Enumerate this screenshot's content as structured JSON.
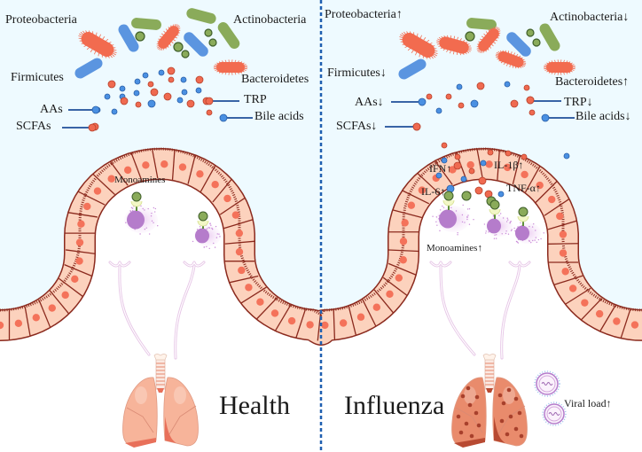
{
  "panels": {
    "health": {
      "title": "Health",
      "bacteria": {
        "proteobacteria": "Proteobacteria",
        "actinobacteria": "Actinobacteria",
        "firmicutes": "Firmicutes",
        "bacteroidetes": "Bacteroidetes"
      },
      "metabolites": {
        "aas": "AAs",
        "scfas": "SCFAs",
        "trp": "TRP",
        "bile_acids": "Bile acids"
      },
      "monoamines": "Monoamines"
    },
    "influenza": {
      "title": "Influenza",
      "bacteria": {
        "proteobacteria": "Proteobacteria↑",
        "actinobacteria": "Actinobacteria↓",
        "firmicutes": "Firmicutes↓",
        "bacteroidetes": "Bacteroidetes↑"
      },
      "metabolites": {
        "aas": "AAs↓",
        "scfas": "SCFAs↓",
        "trp": "TRP↓",
        "bile_acids": "Bile acids↓"
      },
      "cytokines": {
        "ifn": "IFN↑",
        "il1b": "IL-1β↑",
        "il6": "IL-6↑",
        "tnfa": "TNF-α↑"
      },
      "monoamines": "Monoamines↑",
      "viral_load": "Viral load↑"
    }
  },
  "colors": {
    "lumen_bg": "#eefaff",
    "cell_fill": "#fcd2bd",
    "cell_stroke": "#8b2a1e",
    "nucleus": "#f4725a",
    "red_dot": "#ef6a50",
    "blue_dot": "#4a90e2",
    "green": "#8aab5a",
    "proteo": "#f26b4f",
    "firmi": "#5b95e0",
    "immune": "#b57ccb",
    "divider": "#1f5fb0",
    "lung": "#f7b49a",
    "lung_sick": "#e98b6c"
  }
}
